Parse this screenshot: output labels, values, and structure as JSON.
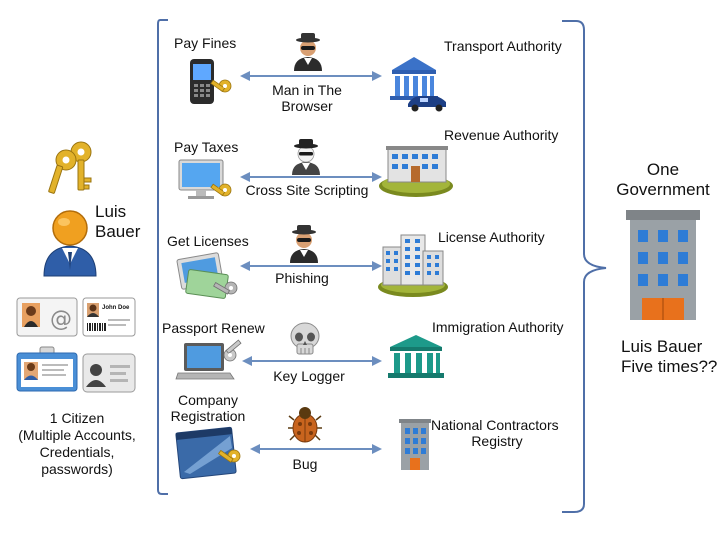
{
  "citizen": {
    "name_line1": "Luis",
    "name_line2": "Bauer",
    "caption_line1": "1 Citizen",
    "caption_line2": "(Multiple Accounts,",
    "caption_line3": "Credentials, passwords)",
    "id_card_name": "John Doe"
  },
  "services": [
    {
      "label": "Pay Fines"
    },
    {
      "label": "Pay Taxes"
    },
    {
      "label": "Get Licenses"
    },
    {
      "label": "Passport Renew"
    },
    {
      "label_line1": "Company",
      "label_line2": "Registration"
    }
  ],
  "threats": [
    {
      "line1": "Man in The",
      "line2": "Browser"
    },
    {
      "label": "Cross Site Scripting"
    },
    {
      "label": "Phishing"
    },
    {
      "label": "Key Logger"
    },
    {
      "label": "Bug"
    }
  ],
  "authorities": [
    {
      "label": "Transport Authority"
    },
    {
      "label": "Revenue Authority"
    },
    {
      "label": "License Authority"
    },
    {
      "label": "Immigration Authority"
    },
    {
      "line1": "National Contractors",
      "line2": "Registry"
    }
  ],
  "government": {
    "line1": "One",
    "line2": "Government",
    "question_line1": "Luis Bauer",
    "question_line2": "Five times??"
  },
  "colors": {
    "bracket": "#4f6fa8",
    "arrow": "#6c8ebf",
    "building_grey": "#9aa1a6",
    "window_blue": "#2e7cd6",
    "door_orange": "#e8711c",
    "immigration_teal": "#1d9a8a",
    "key_gold": "#e2b22a"
  }
}
